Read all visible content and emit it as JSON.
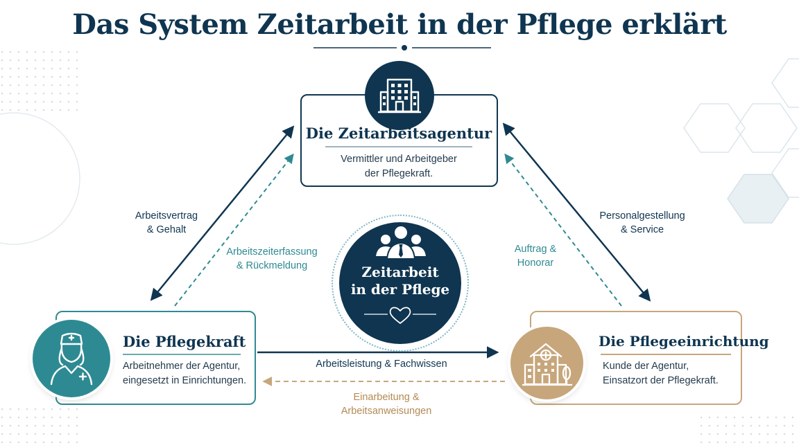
{
  "title": "Das System  Zeitarbeit in der Pflege erklärt",
  "center": {
    "line1": "Zeitarbeit",
    "line2": "in der Pflege",
    "icon": "people-group-icon",
    "heart_icon": "heart-icon"
  },
  "nodes": {
    "agency": {
      "title": "Die Zeitarbeitsagentur",
      "line1": "Vermittler und Arbeitgeber",
      "line2": "der Pflegekraft.",
      "icon": "office-building-icon"
    },
    "nurse": {
      "title": "Die Pflegekraft",
      "line1": "Arbeitnehmer der Agentur,",
      "line2": "eingesetzt in Einrichtungen.",
      "icon": "nurse-icon"
    },
    "facility": {
      "title": "Die Pflegeeinrichtung",
      "line1": "Kunde der Agentur,",
      "line2": "Einsatzort der Pflegekraft.",
      "icon": "hospital-icon"
    }
  },
  "relations": {
    "agency_nurse_solid": {
      "line1": "Arbeitsvertrag",
      "line2": "& Gehalt"
    },
    "nurse_agency_dashed": {
      "line1": "Arbeitszeiterfassung",
      "line2": "& Rückmeldung"
    },
    "agency_facility_solid": {
      "line1": "Personalgestellung",
      "line2": "& Service"
    },
    "facility_agency_dashed": {
      "line1": "Auftrag &",
      "line2": "Honorar"
    },
    "nurse_facility_solid": {
      "line1": "Arbeitsleistung & Fachwissen"
    },
    "facility_nurse_dashed": {
      "line1": "Einarbeitung &",
      "line2": "Arbeitsanweisungen"
    }
  },
  "colors": {
    "navy": "#0f3550",
    "teal": "#2e8a92",
    "gold": "#c7a67b"
  }
}
